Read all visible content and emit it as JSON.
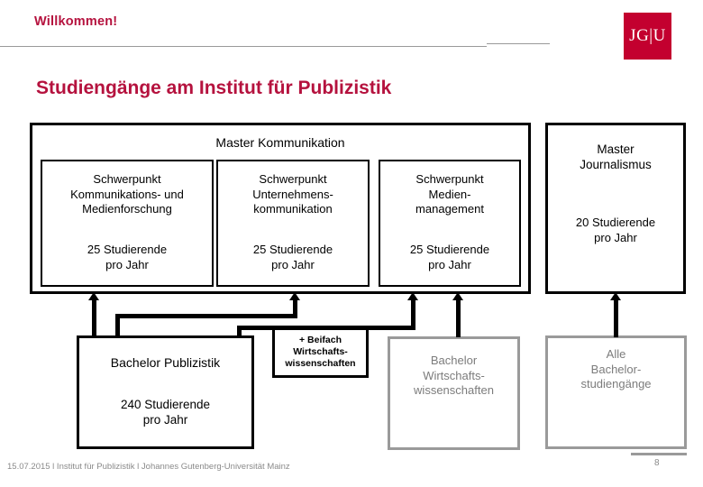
{
  "header": {
    "welcome": "Willkommen!",
    "logo_text": "JG|U",
    "brand_color": "#C3002F",
    "accent_color": "#B5123E"
  },
  "title": "Studiengänge am Institut für Publizistik",
  "diagram": {
    "master_kommunikation": {
      "title": "Master Kommunikation",
      "tracks": [
        {
          "name": "Schwerpunkt\nKommunikations- und\nMedienforschung",
          "count": "25 Studierende\npro Jahr"
        },
        {
          "name": "Schwerpunkt\nUnternehmens-\nkommunikation",
          "count": "25 Studierende\npro Jahr"
        },
        {
          "name": "Schwerpunkt\nMedien-\nmanagement",
          "count": "25 Studierende\npro Jahr"
        }
      ]
    },
    "master_journalismus": {
      "title": "Master\nJournalismus",
      "count": "20 Studierende\npro Jahr"
    },
    "bachelor_publizistik": {
      "title": "Bachelor Publizistik",
      "count": "240 Studierende\npro Jahr"
    },
    "beifach": "+ Beifach\nWirtschafts-\nwissenschaften",
    "bachelor_wiwi": "Bachelor\nWirtschafts-\nwissenschaften",
    "alle_bachelor": "Alle\nBachelor-\nstudiengänge"
  },
  "footer": {
    "text": "15.07.2015 l Institut für Publizistik l Johannes Gutenberg-Universität Mainz",
    "page": "8"
  }
}
